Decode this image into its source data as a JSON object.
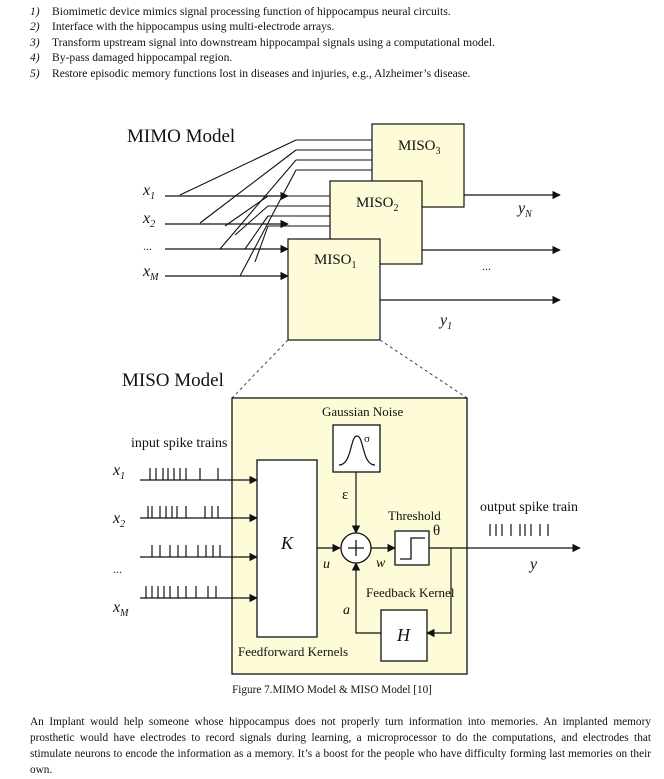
{
  "list_items": [
    {
      "num": "1)",
      "text": "Biomimetic device mimics signal processing function of hippocampus neural circuits."
    },
    {
      "num": "2)",
      "text": "Interface with the hippocampus using multi-electrode arrays."
    },
    {
      "num": "3)",
      "text": "Transform upstream signal into downstream hippocampal signals using a computational model."
    },
    {
      "num": "4)",
      "text": "By-pass damaged hippocampal region."
    },
    {
      "num": "5)",
      "text": "Restore episodic memory functions lost in diseases and injuries, e.g., Alzheimer’s disease."
    }
  ],
  "figure": {
    "mimo": {
      "title": "MIMO Model",
      "inputs": [
        "x",
        "x",
        "...",
        "x"
      ],
      "input_subs": [
        "1",
        "2",
        "",
        "M"
      ],
      "blocks": [
        {
          "label": "MISO",
          "sub": "1"
        },
        {
          "label": "MISO",
          "sub": "2"
        },
        {
          "label": "MISO",
          "sub": "3"
        }
      ],
      "output_top": "y",
      "output_top_sub": "N",
      "output_bottom": "y",
      "output_bottom_sub": "1",
      "output_dots": "..."
    },
    "miso": {
      "title": "MISO Model",
      "input_label": "input spike trains",
      "inputs": [
        "x",
        "x",
        "...",
        "x"
      ],
      "input_subs": [
        "1",
        "2",
        "",
        "M"
      ],
      "kernel": "K",
      "feedforward": "Feedforward Kernels",
      "noise": "Gaussian Noise",
      "sigma": "σ",
      "epsilon": "ε",
      "u": "u",
      "w": "w",
      "a": "a",
      "threshold": "Threshold",
      "theta": "θ",
      "feedback": "Feedback Kernel",
      "h": "H",
      "output_label": "output spike train",
      "output": "y"
    }
  },
  "caption": "Figure 7.MIMO Model & MISO Model [10]",
  "paragraph": "An Implant would help someone whose hippocampus does not properly turn information into memories. An implanted memory prosthetic would have electrodes to record signals during learning, a microprocessor to do the computations, and electrodes that stimulate neurons to encode the information as a memory. It’s a boost for the people who have difficulty forming last memories on their own."
}
